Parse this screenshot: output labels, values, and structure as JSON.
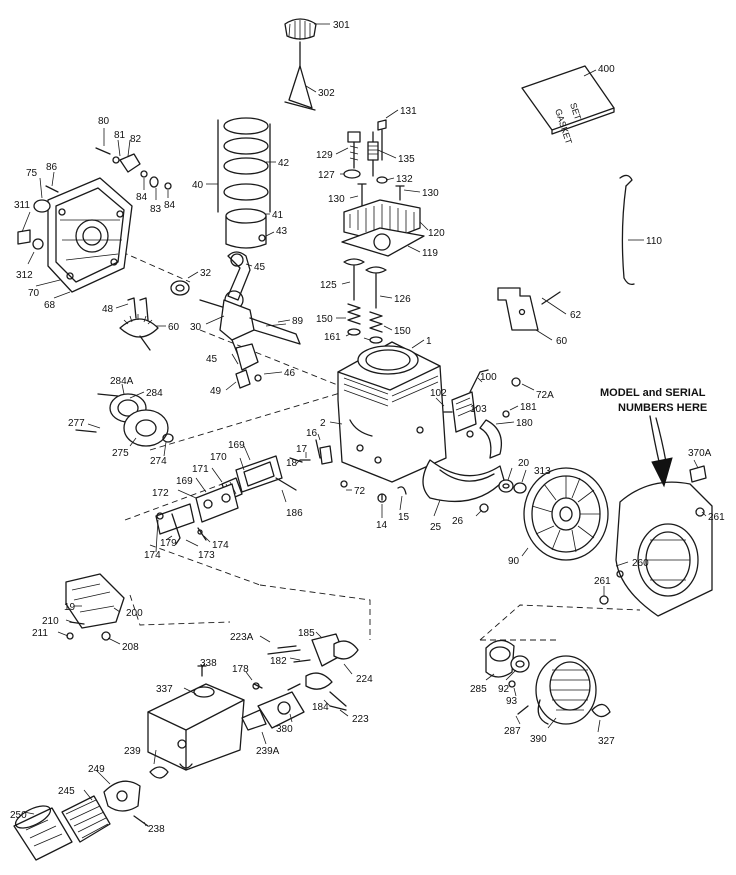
{
  "callout": {
    "line1": "MODEL and SERIAL",
    "line2": "NUMBERS HERE"
  },
  "gasket_box": {
    "line1": "GASKET",
    "line2": "SET"
  },
  "labels": {
    "l301": "301",
    "l302": "302",
    "l400": "400",
    "l131": "131",
    "l129": "129",
    "l135": "135",
    "l127": "127",
    "l132": "132",
    "l130a": "130",
    "l130b": "130",
    "l120": "120",
    "l119": "119",
    "l125": "125",
    "l126": "126",
    "l150a": "150",
    "l150b": "150",
    "l161a": "161",
    "l1": "1",
    "l110": "110",
    "l62": "62",
    "l60a": "60",
    "l80": "80",
    "l81": "81",
    "l82": "82",
    "l86": "86",
    "l75": "75",
    "l84a": "84",
    "l83": "83",
    "l84b": "84",
    "l311": "311",
    "l312": "312",
    "l70": "70",
    "l68": "68",
    "l32": "32",
    "l48": "48",
    "l60b": "60",
    "l40": "40",
    "l42": "42",
    "l41": "41",
    "l43": "43",
    "l45a": "45",
    "l30": "30",
    "l89": "89",
    "l45b": "45",
    "l46": "46",
    "l49": "49",
    "l284a": "284A",
    "l284": "284",
    "l277": "277",
    "l275": "275",
    "l274": "274",
    "l100": "100",
    "l72a": "72A",
    "l102": "102",
    "l103": "103",
    "l181": "181",
    "l180": "180",
    "l2": "2",
    "l16": "16",
    "l17": "17",
    "l18": "18",
    "l169a": "169",
    "l170": "170",
    "l171": "171",
    "l169b": "169",
    "l172": "172",
    "l186": "186",
    "l72": "72",
    "l14": "14",
    "l15": "15",
    "l174a": "174",
    "l179": "179",
    "l173": "173",
    "l174b": "174",
    "l20": "20",
    "l313": "313",
    "l25": "25",
    "l26": "26",
    "l370a": "370A",
    "l261a": "261",
    "l90": "90",
    "l260": "260",
    "l261b": "261",
    "l19": "19",
    "l200": "200",
    "l210": "210",
    "l211": "211",
    "l208": "208",
    "l223a": "223A",
    "l185": "185",
    "l182": "182",
    "l224": "224",
    "l338": "338",
    "l178": "178",
    "l337": "337",
    "l184": "184",
    "l223": "223",
    "l380a": "380",
    "l239a": "239A",
    "l239": "239",
    "l249": "249",
    "l245": "245",
    "l250": "250",
    "l238": "238",
    "l285": "285",
    "l92": "92",
    "l93": "93",
    "l287": "287",
    "l390": "390",
    "l327": "327"
  }
}
